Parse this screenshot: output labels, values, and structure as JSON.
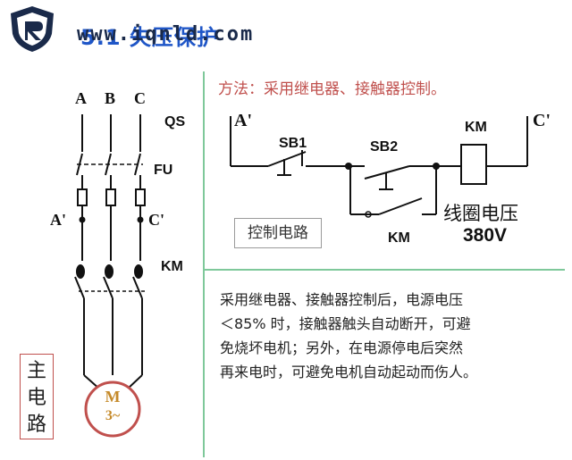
{
  "header": {
    "title": "5.1 失压保护",
    "watermark": "www.iqnld.com",
    "logo_icon": "shield-logo-icon"
  },
  "control": {
    "method": "方法：采用继电器、接触器控制。",
    "label": "控制电路",
    "A_prime": "A'",
    "C_prime": "C'",
    "SB1": "SB1",
    "SB2": "SB2",
    "KM_coil": "KM",
    "KM_contact": "KM",
    "coil_voltage_label": "线圈电压",
    "coil_voltage": "380V"
  },
  "main_circuit": {
    "phase_A": "A",
    "phase_B": "B",
    "phase_C": "C",
    "QS": "QS",
    "FU": "FU",
    "A_prime": "A'",
    "C_prime": "C'",
    "KM": "KM",
    "box_label": "主\n电\n路",
    "motor_M": "M",
    "motor_phase": "3~"
  },
  "description": "采用继电器、接触器控制后，电源电压\n＜85% 时，接触器触头自动断开，可避\n免烧坏电机；另外，在电源停电后突然\n再来电时，可避免电机自动起动而伤人。",
  "colors": {
    "title_blue": "#1f56c7",
    "method_red": "#c0504d",
    "divider_green": "#7ec89a",
    "motor_outline": "#c0504d"
  }
}
